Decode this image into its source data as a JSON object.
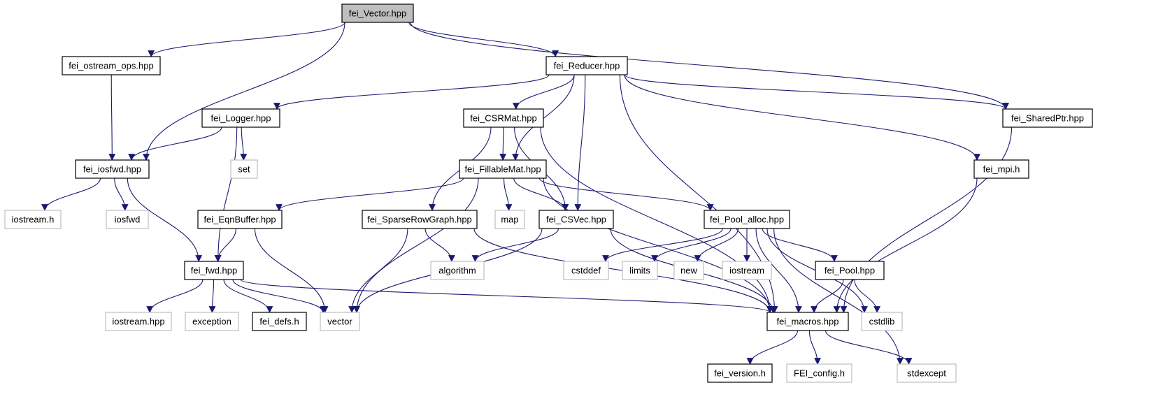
{
  "colors": {
    "edge": "#191970",
    "root_fill": "#bfbfbf",
    "box_border": "#000000",
    "external_border": "#bfbfbf",
    "background": "#ffffff"
  },
  "nodes": [
    {
      "id": "fei_Vector",
      "label": "fei_Vector.hpp",
      "kind": "root"
    },
    {
      "id": "fei_ostream_ops",
      "label": "fei_ostream_ops.hpp",
      "kind": "internal"
    },
    {
      "id": "fei_Reducer",
      "label": "fei_Reducer.hpp",
      "kind": "internal"
    },
    {
      "id": "fei_Logger",
      "label": "fei_Logger.hpp",
      "kind": "internal"
    },
    {
      "id": "fei_CSRMat",
      "label": "fei_CSRMat.hpp",
      "kind": "internal"
    },
    {
      "id": "fei_SharedPtr",
      "label": "fei_SharedPtr.hpp",
      "kind": "internal"
    },
    {
      "id": "fei_iosfwd",
      "label": "fei_iosfwd.hpp",
      "kind": "internal"
    },
    {
      "id": "set",
      "label": "set",
      "kind": "external"
    },
    {
      "id": "fei_FillableMat",
      "label": "fei_FillableMat.hpp",
      "kind": "internal"
    },
    {
      "id": "fei_mpi",
      "label": "fei_mpi.h",
      "kind": "internal"
    },
    {
      "id": "iostream_h",
      "label": "iostream.h",
      "kind": "external"
    },
    {
      "id": "iosfwd",
      "label": "iosfwd",
      "kind": "external"
    },
    {
      "id": "fei_EqnBuffer",
      "label": "fei_EqnBuffer.hpp",
      "kind": "internal"
    },
    {
      "id": "fei_SparseRowGraph",
      "label": "fei_SparseRowGraph.hpp",
      "kind": "internal"
    },
    {
      "id": "map",
      "label": "map",
      "kind": "external"
    },
    {
      "id": "fei_CSVec",
      "label": "fei_CSVec.hpp",
      "kind": "internal"
    },
    {
      "id": "fei_Pool_alloc",
      "label": "fei_Pool_alloc.hpp",
      "kind": "internal"
    },
    {
      "id": "fei_fwd",
      "label": "fei_fwd.hpp",
      "kind": "internal"
    },
    {
      "id": "algorithm",
      "label": "algorithm",
      "kind": "external"
    },
    {
      "id": "cstddef",
      "label": "cstddef",
      "kind": "external"
    },
    {
      "id": "limits",
      "label": "limits",
      "kind": "external"
    },
    {
      "id": "new",
      "label": "new",
      "kind": "external"
    },
    {
      "id": "iostream",
      "label": "iostream",
      "kind": "external"
    },
    {
      "id": "fei_Pool",
      "label": "fei_Pool.hpp",
      "kind": "internal"
    },
    {
      "id": "iostream_hpp",
      "label": "iostream.hpp",
      "kind": "external"
    },
    {
      "id": "exception",
      "label": "exception",
      "kind": "external"
    },
    {
      "id": "fei_defs",
      "label": "fei_defs.h",
      "kind": "internal"
    },
    {
      "id": "vector",
      "label": "vector",
      "kind": "external"
    },
    {
      "id": "fei_macros",
      "label": "fei_macros.hpp",
      "kind": "internal"
    },
    {
      "id": "cstdlib",
      "label": "cstdlib",
      "kind": "external"
    },
    {
      "id": "fei_version",
      "label": "fei_version.h",
      "kind": "internal"
    },
    {
      "id": "FEI_config",
      "label": "FEI_config.h",
      "kind": "external"
    },
    {
      "id": "stdexcept",
      "label": "stdexcept",
      "kind": "external"
    }
  ],
  "edges": [
    [
      "fei_Vector",
      "fei_ostream_ops"
    ],
    [
      "fei_Vector",
      "fei_iosfwd"
    ],
    [
      "fei_Vector",
      "fei_Reducer"
    ],
    [
      "fei_Vector",
      "fei_SharedPtr"
    ],
    [
      "fei_ostream_ops",
      "fei_iosfwd"
    ],
    [
      "fei_Reducer",
      "fei_Logger"
    ],
    [
      "fei_Reducer",
      "fei_CSRMat"
    ],
    [
      "fei_Reducer",
      "fei_FillableMat"
    ],
    [
      "fei_Reducer",
      "fei_CSVec"
    ],
    [
      "fei_Reducer",
      "fei_SharedPtr"
    ],
    [
      "fei_Reducer",
      "fei_mpi"
    ],
    [
      "fei_Reducer",
      "fei_macros"
    ],
    [
      "fei_Logger",
      "fei_iosfwd"
    ],
    [
      "fei_Logger",
      "set"
    ],
    [
      "fei_Logger",
      "fei_fwd"
    ],
    [
      "fei_CSRMat",
      "fei_FillableMat"
    ],
    [
      "fei_CSRMat",
      "fei_SparseRowGraph"
    ],
    [
      "fei_CSRMat",
      "fei_CSVec"
    ],
    [
      "fei_CSRMat",
      "fei_macros"
    ],
    [
      "fei_iosfwd",
      "iostream_h"
    ],
    [
      "fei_iosfwd",
      "iosfwd"
    ],
    [
      "fei_iosfwd",
      "fei_fwd"
    ],
    [
      "fei_FillableMat",
      "fei_EqnBuffer"
    ],
    [
      "fei_FillableMat",
      "map"
    ],
    [
      "fei_FillableMat",
      "fei_CSVec"
    ],
    [
      "fei_FillableMat",
      "fei_Pool_alloc"
    ],
    [
      "fei_FillableMat",
      "vector"
    ],
    [
      "fei_FillableMat",
      "fei_macros"
    ],
    [
      "fei_SharedPtr",
      "fei_macros"
    ],
    [
      "fei_mpi",
      "fei_macros"
    ],
    [
      "fei_EqnBuffer",
      "fei_fwd"
    ],
    [
      "fei_EqnBuffer",
      "vector"
    ],
    [
      "fei_SparseRowGraph",
      "algorithm"
    ],
    [
      "fei_SparseRowGraph",
      "vector"
    ],
    [
      "fei_SparseRowGraph",
      "fei_macros"
    ],
    [
      "fei_CSVec",
      "algorithm"
    ],
    [
      "fei_CSVec",
      "vector"
    ],
    [
      "fei_CSVec",
      "fei_macros"
    ],
    [
      "fei_Pool_alloc",
      "cstddef"
    ],
    [
      "fei_Pool_alloc",
      "limits"
    ],
    [
      "fei_Pool_alloc",
      "new"
    ],
    [
      "fei_Pool_alloc",
      "iostream"
    ],
    [
      "fei_Pool_alloc",
      "fei_Pool"
    ],
    [
      "fei_Pool_alloc",
      "fei_macros"
    ],
    [
      "fei_Pool_alloc",
      "cstdlib"
    ],
    [
      "fei_Pool_alloc",
      "stdexcept"
    ],
    [
      "fei_fwd",
      "iostream_hpp"
    ],
    [
      "fei_fwd",
      "exception"
    ],
    [
      "fei_fwd",
      "fei_defs"
    ],
    [
      "fei_fwd",
      "vector"
    ],
    [
      "fei_fwd",
      "fei_macros"
    ],
    [
      "fei_Pool",
      "fei_macros"
    ],
    [
      "fei_Pool",
      "cstdlib"
    ],
    [
      "fei_macros",
      "fei_version"
    ],
    [
      "fei_macros",
      "FEI_config"
    ],
    [
      "fei_macros",
      "stdexcept"
    ]
  ]
}
